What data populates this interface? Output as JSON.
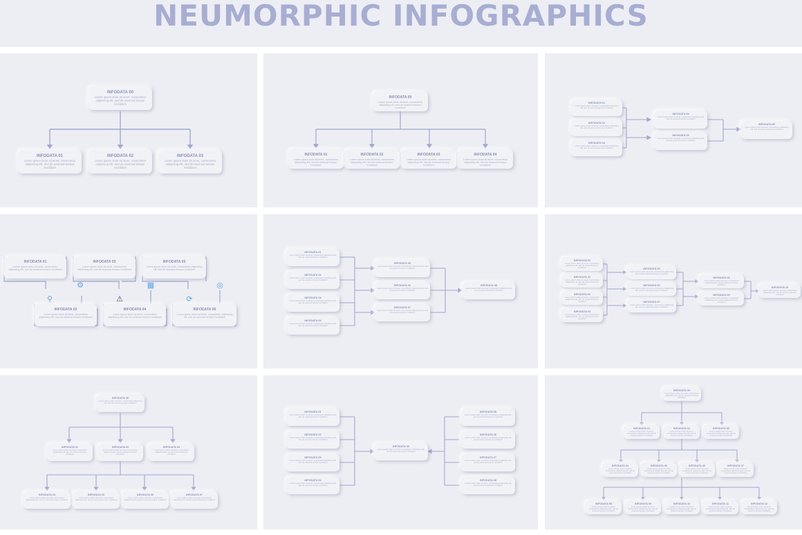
{
  "page": {
    "title": "NEUMORPHIC INFOGRAPHICS"
  },
  "colors": {
    "background": "#edeef3",
    "title": "#a7aed2",
    "line": "#a0a6cc",
    "icon": "#5aa6e6",
    "box": "#f1f2f6"
  },
  "box_text": "Lorem ipsum dolor sit amet, consectetur adipiscing elit, sed do eiusmod tempor incididunt",
  "labels": {
    "d00": "INFODATA 00",
    "d01": "INFODATA 01",
    "d02": "INFODATA 02",
    "d03": "INFODATA 03",
    "d04": "INFODATA 04",
    "d05": "INFODATA 05",
    "d06": "INFODATA 06",
    "d07": "INFODATA 07",
    "d08": "INFODATA 08",
    "d09": "INFODATA 09",
    "d10": "INFODATA 10",
    "d11": "INFODATA 11",
    "d12": "INFODATA 12"
  },
  "icons": [
    "search-icon",
    "settings-icon",
    "warning-icon",
    "calendar-icon",
    "refresh-icon",
    "target-icon"
  ]
}
